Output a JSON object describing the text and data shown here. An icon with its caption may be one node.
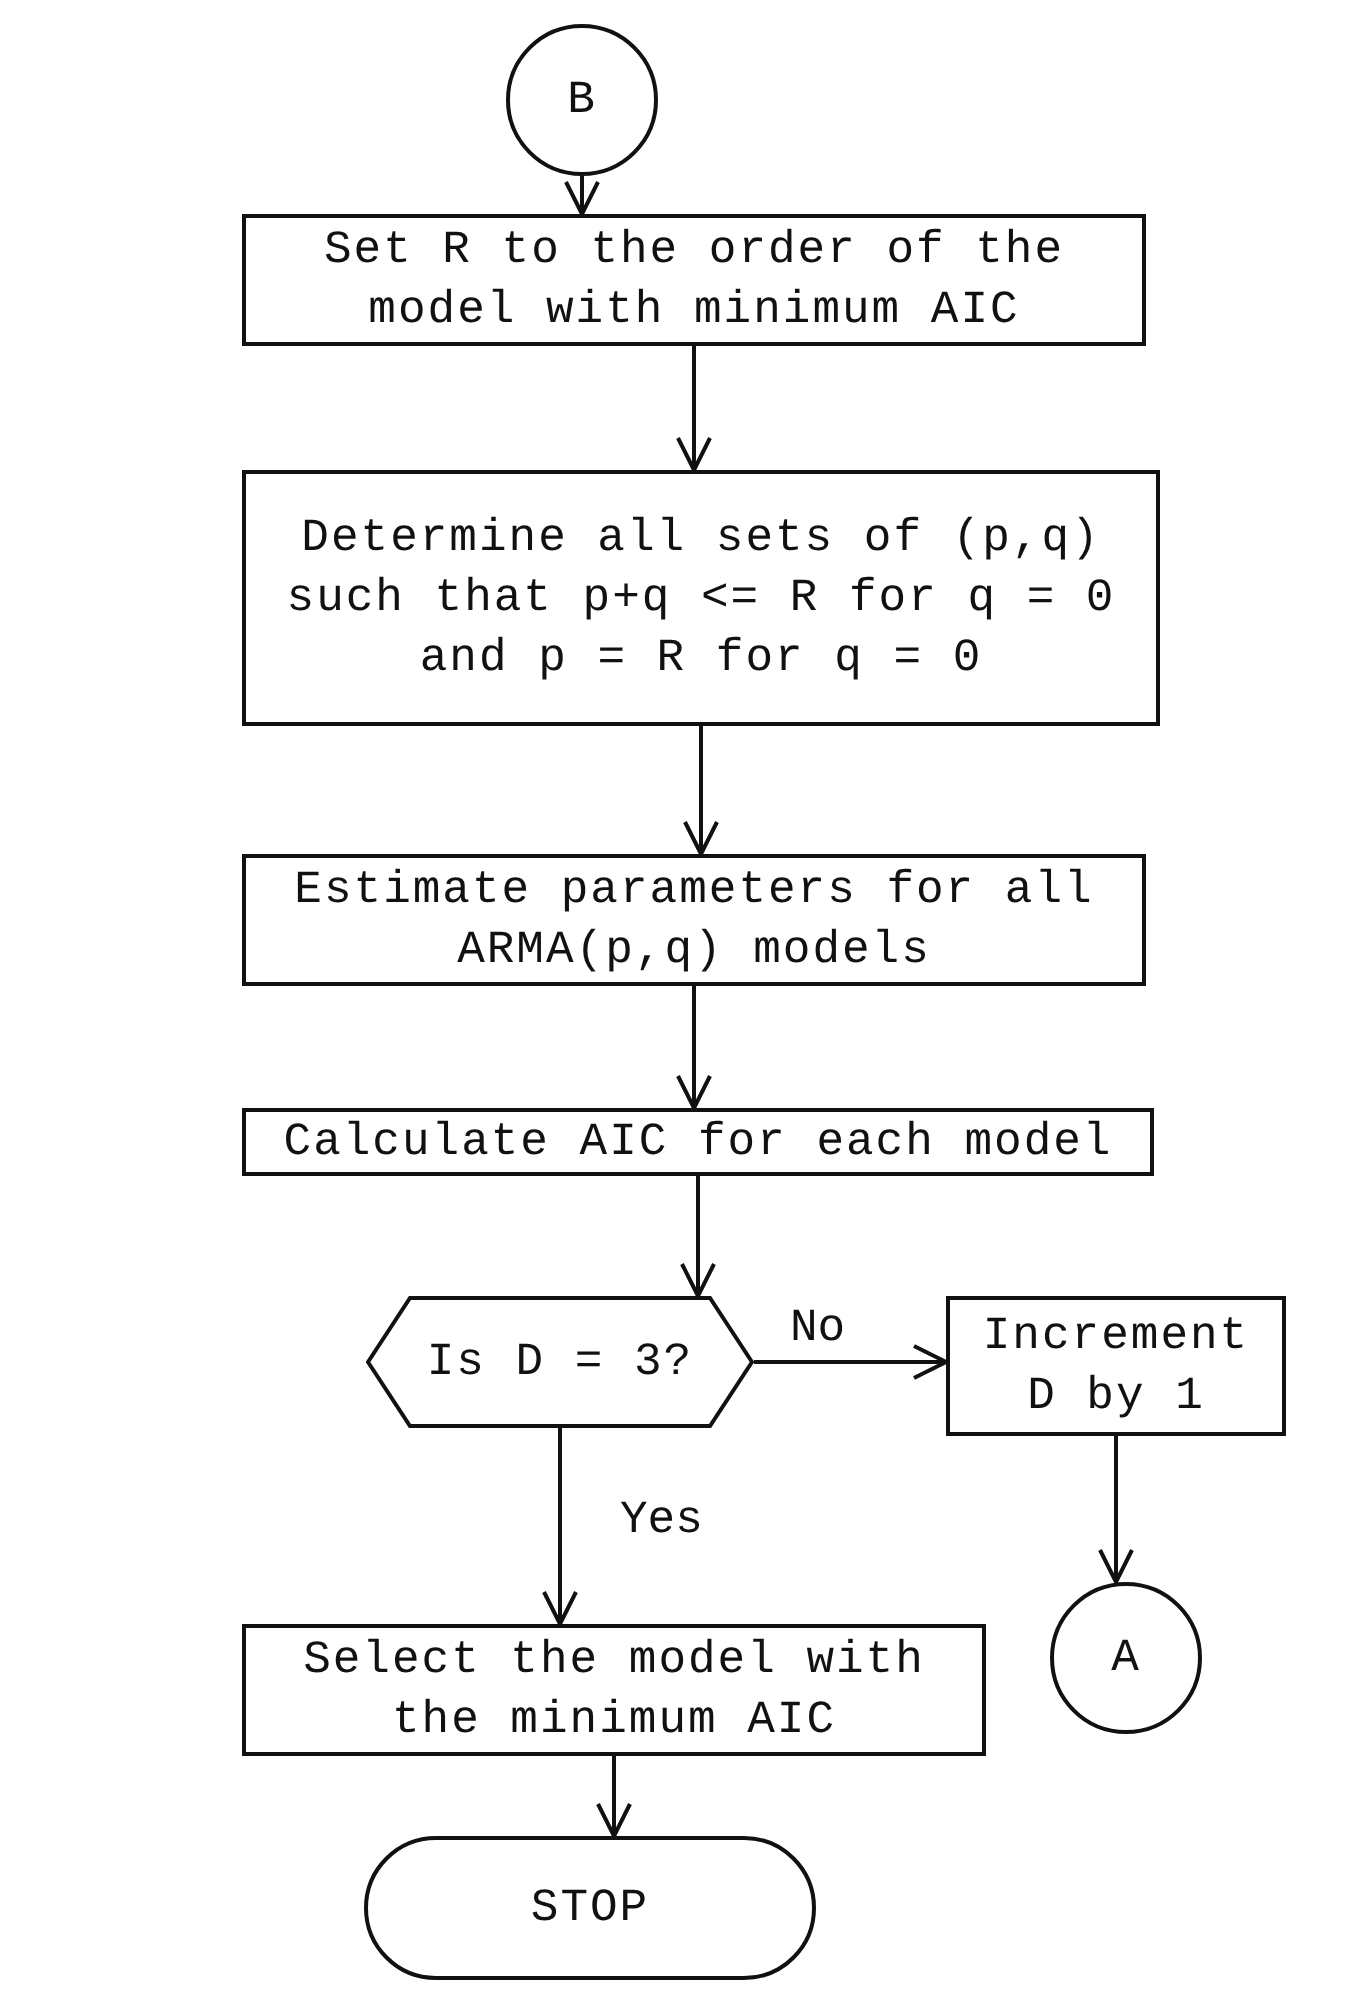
{
  "diagram": {
    "nodes": [
      {
        "text": [
          "B"
        ]
      },
      {
        "text": [
          "Set R to the order of the model with minimum AIC"
        ]
      },
      {
        "text": [
          "Determine all sets of (p,q) such that p+q <= R for q = 0 and p = R for q = 0"
        ]
      },
      {
        "text": [
          "Estimate parameters for all ARMA(p,q) models"
        ]
      },
      {
        "text": [
          "Calculate AIC for each model"
        ]
      },
      {
        "text": [
          "Is D = 3?"
        ]
      },
      {
        "text": [
          "Increment D by 1"
        ]
      },
      {
        "text": [
          "A"
        ]
      },
      {
        "text": [
          "Select the model with the minimum AIC"
        ]
      },
      {
        "text": [
          "STOP"
        ]
      }
    ],
    "edges": [
      {
        "from": 0,
        "to": 1,
        "arrow": "to"
      },
      {
        "from": 1,
        "to": 2,
        "arrow": "to"
      },
      {
        "from": 2,
        "to": 3,
        "arrow": "to"
      },
      {
        "from": 3,
        "to": 4,
        "arrow": "to"
      },
      {
        "from": 4,
        "to": 5,
        "arrow": "to"
      },
      {
        "from": 5,
        "to": 6,
        "arrow": "to",
        "label": "No"
      },
      {
        "from": 5,
        "to": 8,
        "arrow": "to",
        "label": "Yes"
      },
      {
        "from": 6,
        "to": 7,
        "arrow": "to"
      },
      {
        "from": 8,
        "to": 9,
        "arrow": "to"
      }
    ]
  }
}
